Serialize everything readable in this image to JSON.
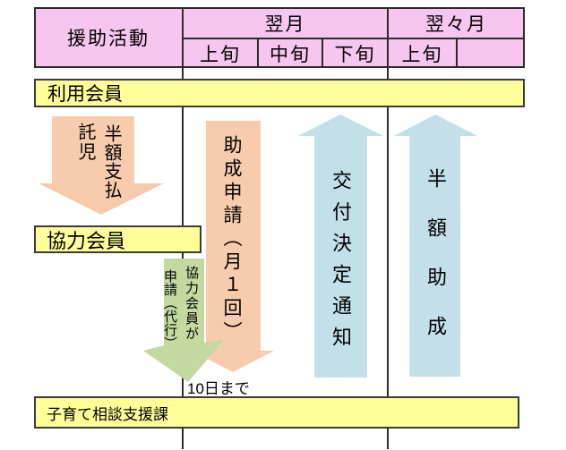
{
  "table": {
    "activity": "援助活動",
    "next_month": "翌月",
    "month_after_next": "翌々月",
    "early1": "上旬",
    "mid": "中旬",
    "late": "下旬",
    "early2": "上旬",
    "blank": ""
  },
  "bars": {
    "user_member": "利用会員",
    "coop_member": "協力会員",
    "support_section": "子育て相談支援課"
  },
  "arrows": {
    "payment_label": "半額支払",
    "childcare_label": "託児",
    "application_label": "助成申請（月１回）",
    "proxy_label_main": "協力会員が",
    "proxy_label_sub": "申請（代行）",
    "grant_notice_label": "交付決定通知",
    "half_subsidy_label": "半額助成"
  },
  "notes": {
    "deadline": "10日まで"
  },
  "colors": {
    "header_pink": "#F7C6F0",
    "bar_yellow": "#FFFF99",
    "arrow_orange": "#F8CBAD",
    "arrow_green": "#C4D9A0",
    "arrow_blue": "#C3DFEA",
    "line_black": "#2B2B2B"
  }
}
